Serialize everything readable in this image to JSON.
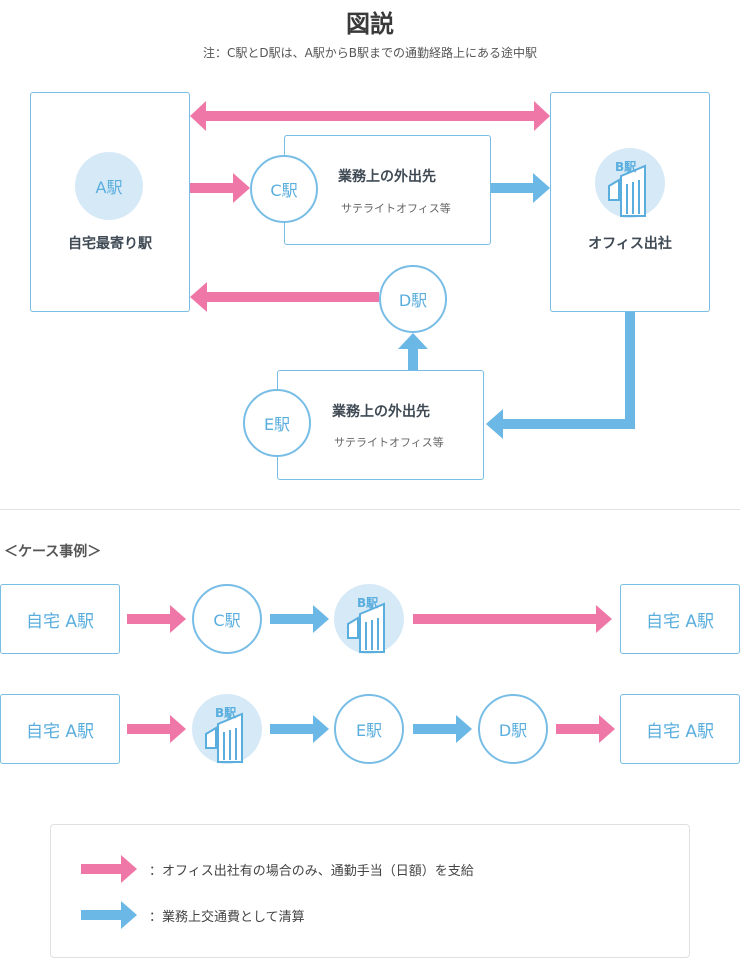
{
  "header": {
    "title": "図説",
    "note": "注：C駅とD駅は、A駅からB駅までの通勤経路上にある途中駅"
  },
  "diagram": {
    "station_a": "A駅",
    "home_station_label": "自宅最寄り駅",
    "station_b_icon": "B駅",
    "office_label": "オフィス出社",
    "station_c": "C駅",
    "station_d": "D駅",
    "station_e": "E駅",
    "remote1_title": "業務上の外出先",
    "remote1_sub": "サテライトオフィス等",
    "remote2_title": "業務上の外出先",
    "remote2_sub": "サテライトオフィス等"
  },
  "cases": {
    "heading": "＜ケース事例＞",
    "row1": {
      "start": "自宅 A駅",
      "c": "C駅",
      "b": "B駅",
      "end": "自宅 A駅"
    },
    "row2": {
      "start": "自宅 A駅",
      "b": "B駅",
      "e": "E駅",
      "d": "D駅",
      "end": "自宅 A駅"
    }
  },
  "legend": {
    "pink": "：オフィス出社有の場合のみ、通勤手当（日額）を支給",
    "blue": "：業務上交通費として清算"
  },
  "colors": {
    "pink": "#ee77a8",
    "blue": "#6bb8e6",
    "light_blue": "#d6e9f7",
    "border": "#78bde6"
  },
  "icons": {
    "building": "building-icon",
    "pink_arrow": "pink-arrow-icon",
    "blue_arrow": "blue-arrow-icon"
  }
}
